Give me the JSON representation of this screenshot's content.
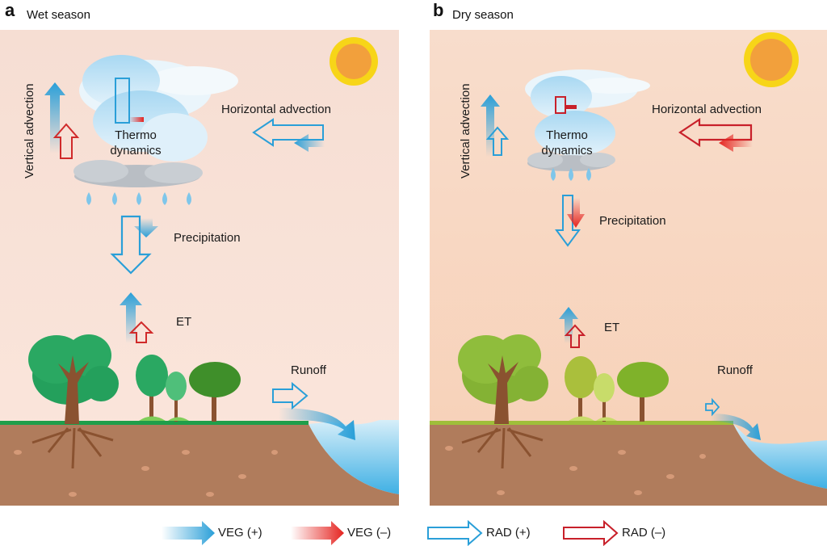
{
  "panels": {
    "wet": {
      "letter": "a",
      "title": "Wet season",
      "vertical_advection": "Vertical advection",
      "horizontal_advection": "Horizontal advection",
      "thermo_line1": "Thermo",
      "thermo_line2": "dynamics",
      "precipitation": "Precipitation",
      "et": "ET",
      "runoff": "Runoff"
    },
    "dry": {
      "letter": "b",
      "title": "Dry season",
      "vertical_advection": "Vertical advection",
      "horizontal_advection": "Horizontal advection",
      "thermo_line1": "Thermo",
      "thermo_line2": "dynamics",
      "precipitation": "Precipitation",
      "et": "ET",
      "runoff": "Runoff"
    }
  },
  "legend": {
    "veg_pos": "VEG (+)",
    "veg_neg": "VEG (–)",
    "rad_pos": "RAD (+)",
    "rad_neg": "RAD (–)"
  },
  "colors": {
    "veg_blue": "#2a9fd8",
    "veg_red": "#e52420",
    "rad_blue": "#2a9fd8",
    "rad_red": "#c8202a",
    "sun": "#f2a03c",
    "sun_halo": "#f7d518",
    "soil": "#b07c5c",
    "water": "#4fb7e6",
    "grass_wet": "#1f9e4a",
    "grass_dry": "#9fbf3a"
  }
}
